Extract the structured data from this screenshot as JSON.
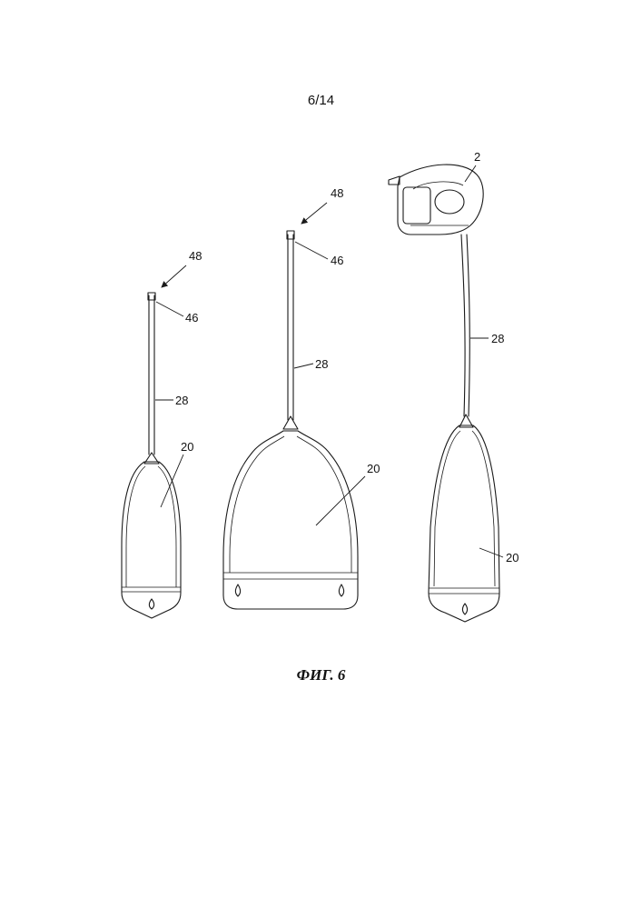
{
  "page": {
    "page_number": "6/14",
    "caption": "ФИГ. 6"
  },
  "labels": {
    "left": {
      "tip": "48",
      "cap": "46",
      "tube": "28",
      "bag": "20"
    },
    "middle": {
      "tip": "48",
      "cap": "46",
      "tube": "28",
      "bag": "20"
    },
    "right": {
      "device": "2",
      "tube": "28",
      "bag": "20"
    }
  }
}
